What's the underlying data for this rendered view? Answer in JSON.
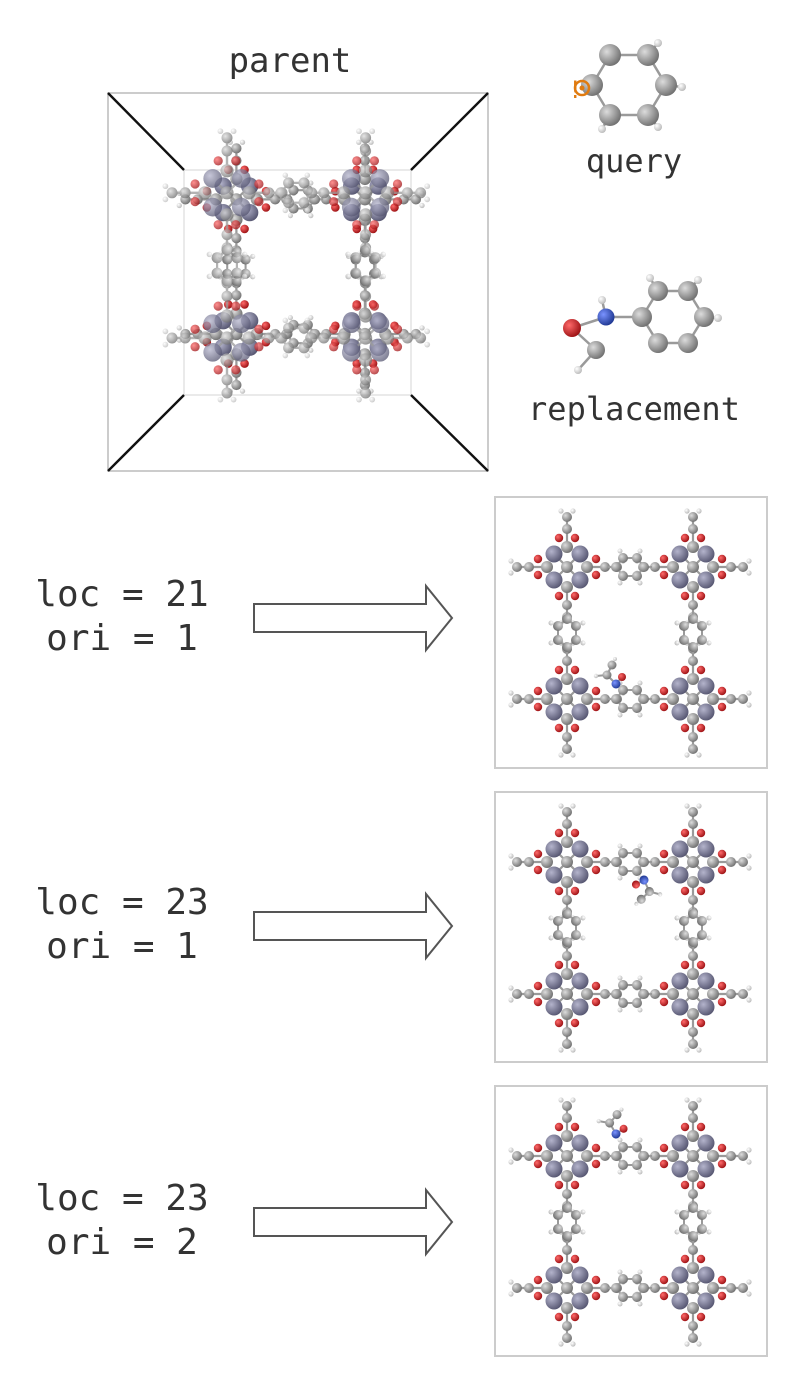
{
  "labels": {
    "parent": "parent",
    "query": "query",
    "replacement": "replacement",
    "query_marker": "!"
  },
  "results": [
    {
      "loc_text": "loc = 21",
      "ori_text": "ori = 1"
    },
    {
      "loc_text": "loc = 23",
      "ori_text": "ori = 1"
    },
    {
      "loc_text": "loc = 23",
      "ori_text": "ori = 2"
    }
  ],
  "colors": {
    "carbon": "#808080",
    "oxygen": "#c0161c",
    "hydrogen": "#d9d9d9",
    "metal": "#70708c",
    "nitrogen": "#2d4fb0",
    "query_marker": "#e07b10",
    "arrow": "#555555",
    "frame": "#cccccc",
    "edge": "#111111"
  }
}
